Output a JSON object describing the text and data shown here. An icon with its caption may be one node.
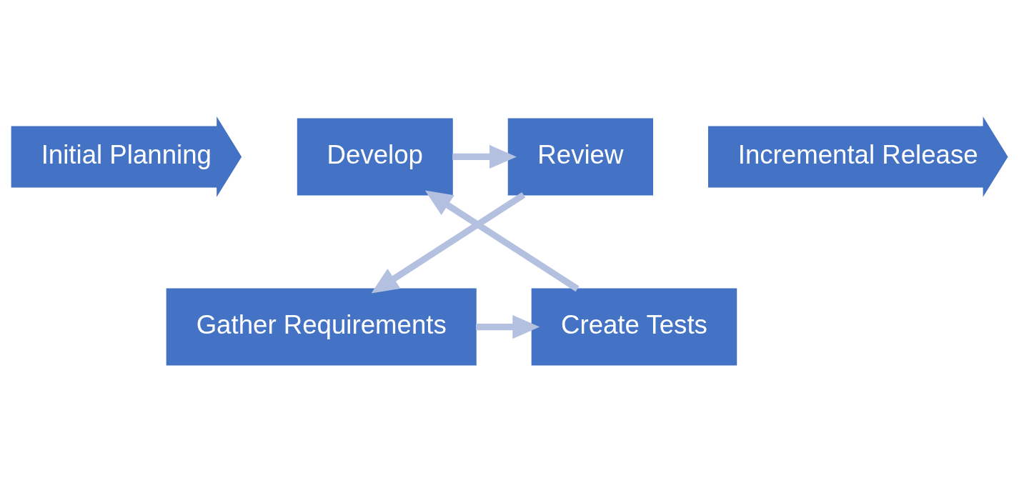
{
  "diagram": {
    "nodes": [
      {
        "text": [
          "Initial Planning"
        ]
      },
      {
        "text": [
          "Review"
        ]
      },
      {
        "text": [
          "Develop"
        ]
      },
      {
        "text": [
          "Gather Requirements"
        ]
      },
      {
        "text": [
          "Create Tests"
        ]
      },
      {
        "text": [
          "Incremental Release"
        ]
      }
    ],
    "edges": [
      {
        "from": 3,
        "to": 4,
        "arrow": "to"
      },
      {
        "from": 4,
        "to": 2,
        "arrow": "to"
      },
      {
        "from": 2,
        "to": 1,
        "arrow": "to"
      },
      {
        "from": 1,
        "to": 3,
        "arrow": "to"
      }
    ]
  }
}
